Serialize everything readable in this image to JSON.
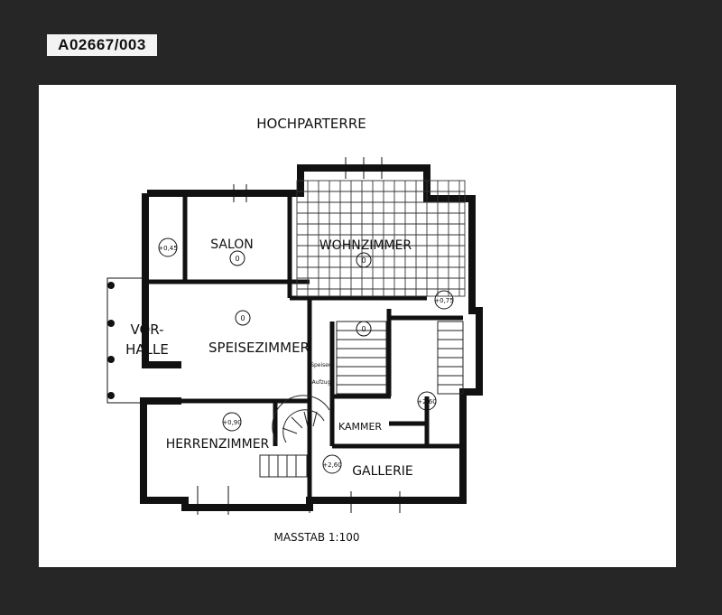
{
  "archive_id": "A02667/003",
  "title": "HOCHPARTERRE",
  "scale": "MASSTAB 1:100",
  "rooms": {
    "salon": "SALON",
    "wohnzimmer": "WOHNZIMMER",
    "vorhalle_1": "VOR-",
    "vorhalle_2": "HALLE",
    "speisezimmer": "SPEISEZIMMER",
    "herrenzimmer": "HERRENZIMMER",
    "kammer": "KAMMER",
    "gallerie": "GALLERIE",
    "speiseaufzug_1": "Speisen",
    "speiseaufzug_2": "Aufzug"
  },
  "levels": {
    "salon": "+0,45",
    "stair_top": "+0,75",
    "stair_bottom": "+2,60",
    "herren": "+0,90",
    "gallerie": "+2,60",
    "room_zero": "0"
  }
}
